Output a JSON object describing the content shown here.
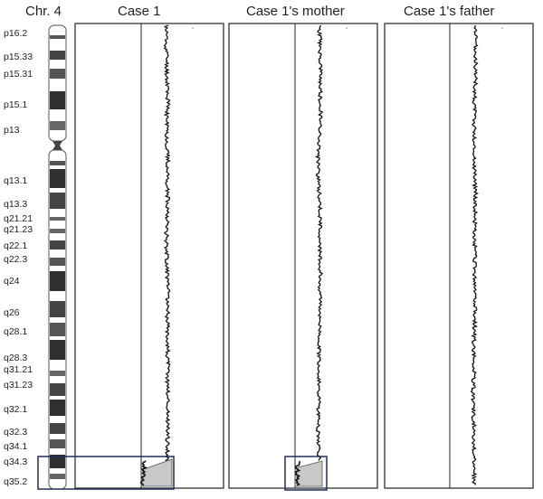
{
  "chromosome": {
    "title": "Chr. 4",
    "bands": [
      "p16.2",
      "p15.33",
      "p15.31",
      "p15.1",
      "p13",
      "q13.1",
      "q13.3",
      "q21.21",
      "q21.23",
      "q22.1",
      "q22.3",
      "q24",
      "q26",
      "q28.1",
      "q28.3",
      "q31.21",
      "q31.23",
      "q32.1",
      "q32.3",
      "q34.1",
      "q34.3",
      "q35.2"
    ]
  },
  "panels": [
    {
      "title": "Case 1",
      "highlight": true
    },
    {
      "title": "Case 1's mother",
      "highlight": true
    },
    {
      "title": "Case 1's father",
      "highlight": false
    }
  ]
}
